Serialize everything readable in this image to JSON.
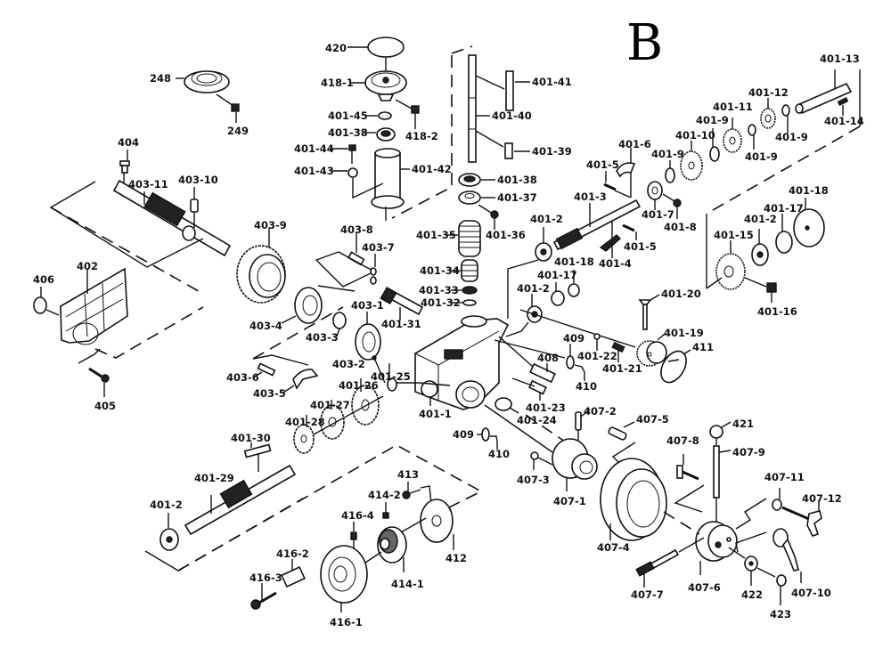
{
  "sheet_letter": "B",
  "colors": {
    "ink": "#111111",
    "background": "#ffffff"
  },
  "labels": {
    "p248": "248",
    "p249": "249",
    "p420": "420",
    "p418_1": "418-1",
    "p418_2": "418-2",
    "p401_45": "401-45",
    "p401_38a": "401-38",
    "p401_44": "401-44",
    "p401_43": "401-43",
    "p401_42": "401-42",
    "p401_41": "401-41",
    "p401_40": "401-40",
    "p401_39": "401-39",
    "p401_38b": "401-38",
    "p401_37": "401-37",
    "p401_36": "401-36",
    "p401_35": "401-35",
    "p401_34": "401-34",
    "p401_33": "401-33",
    "p401_32": "401-32",
    "p401_31": "401-31",
    "p401_2a": "401-2",
    "p401_2b": "401-2",
    "p401_2c": "401-2",
    "p401_2d": "401-2",
    "p401_18a": "401-18",
    "p401_17a": "401-17",
    "p401_18b": "401-18",
    "p401_17b": "401-17",
    "p401_3": "401-3",
    "p401_4": "401-4",
    "p401_5a": "401-5",
    "p401_5b": "401-5",
    "p401_6": "401-6",
    "p401_7": "401-7",
    "p401_8": "401-8",
    "p401_9a": "401-9",
    "p401_9b": "401-9",
    "p401_9c": "401-9",
    "p401_9d": "401-9",
    "p401_10": "401-10",
    "p401_11": "401-11",
    "p401_12": "401-12",
    "p401_13": "401-13",
    "p401_14": "401-14",
    "p401_15": "401-15",
    "p401_16": "401-16",
    "p401_19": "401-19",
    "p401_20": "401-20",
    "p401_21": "401-21",
    "p401_22": "401-22",
    "p411": "411",
    "p408": "408",
    "p409a": "409",
    "p410a": "410",
    "p409b": "409",
    "p410b": "410",
    "p401_23": "401-23",
    "p401_24": "401-24",
    "p401_1": "401-1",
    "p401_25": "401-25",
    "p401_26": "401-26",
    "p401_27": "401-27",
    "p401_28": "401-28",
    "p401_29": "401-29",
    "p401_30": "401-30",
    "p404": "404",
    "p403_11": "403-11",
    "p403_10": "403-10",
    "p403_9": "403-9",
    "p403_8": "403-8",
    "p403_7": "403-7",
    "p403_1": "403-1",
    "p403_2": "403-2",
    "p403_3": "403-3",
    "p403_4": "403-4",
    "p403_5": "403-5",
    "p403_6": "403-6",
    "p402": "402",
    "p406": "406",
    "p405": "405",
    "p407_1": "407-1",
    "p407_2": "407-2",
    "p407_3": "407-3",
    "p407_4": "407-4",
    "p407_5": "407-5",
    "p407_6": "407-6",
    "p407_7": "407-7",
    "p407_8": "407-8",
    "p407_9": "407-9",
    "p407_10": "407-10",
    "p407_11": "407-11",
    "p407_12": "407-12",
    "p421": "421",
    "p422": "422",
    "p423": "423",
    "p413": "413",
    "p414_1": "414-1",
    "p414_2": "414-2",
    "p412": "412",
    "p416_1": "416-1",
    "p416_2": "416-2",
    "p416_3": "416-3",
    "p416_4": "416-4"
  }
}
